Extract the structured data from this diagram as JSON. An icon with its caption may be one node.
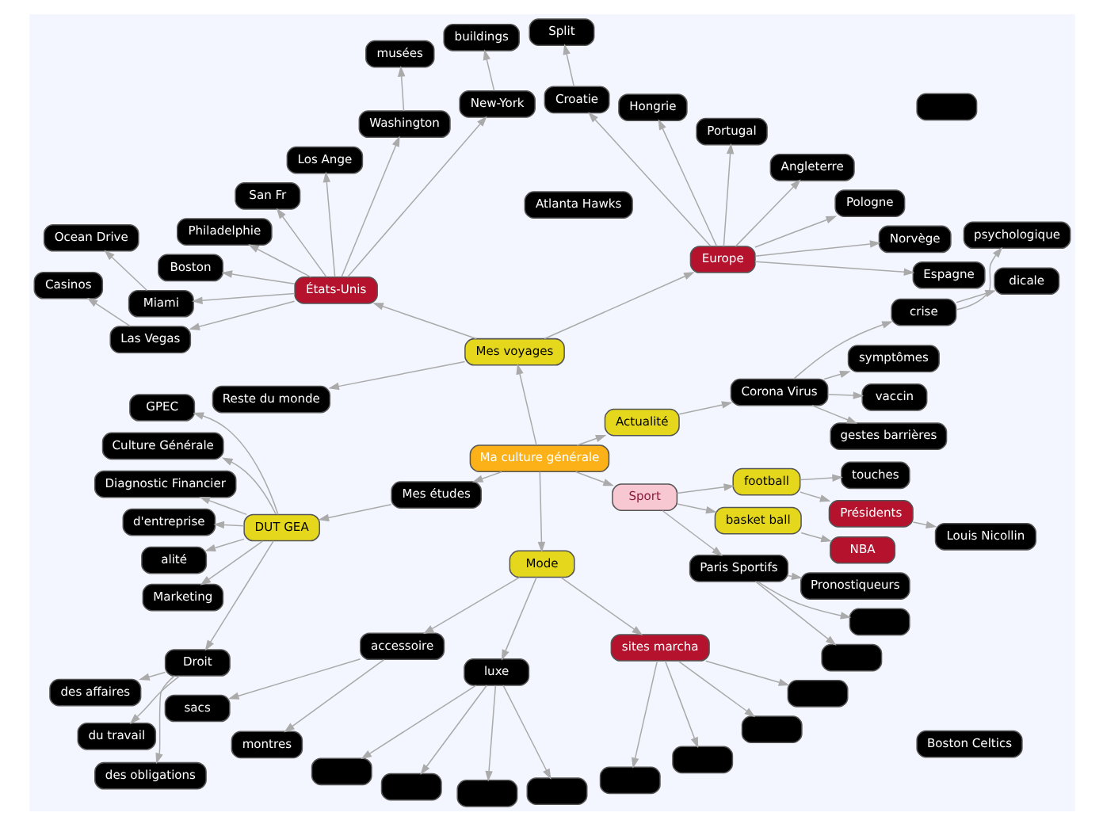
{
  "diagram": {
    "nodes": [
      {
        "text": [
          "Ma culture générale"
        ]
      },
      {
        "text": [
          "Actualité"
        ]
      },
      {
        "text": [
          "Corona Virus"
        ]
      },
      {
        "text": [
          "gestes barrières"
        ]
      },
      {
        "text": [
          "vaccin"
        ]
      },
      {
        "text": [
          "symptômes"
        ]
      },
      {
        "text": [
          "crise"
        ]
      },
      {
        "text": [
          "dicale"
        ]
      },
      {
        "text": [
          "psychologique"
        ]
      },
      {
        "text": [
          "Mes voyages"
        ]
      },
      {
        "text": [
          "Europe"
        ]
      },
      {
        "text": [
          "Espagne"
        ]
      },
      {
        "text": [
          "Norvège"
        ]
      },
      {
        "text": [
          "Pologne"
        ]
      },
      {
        "text": [
          "Angleterre"
        ]
      },
      {
        "text": [
          "Portugal"
        ]
      },
      {
        "text": [
          "Hongrie"
        ]
      },
      {
        "text": [
          "Croatie"
        ]
      },
      {
        "text": [
          "Split"
        ]
      },
      {
        "text": [
          "États-Unis"
        ]
      },
      {
        "text": [
          "New-York"
        ]
      },
      {
        "text": [
          "buildings"
        ]
      },
      {
        "text": [
          "Washington"
        ]
      },
      {
        "text": [
          "musées"
        ]
      },
      {
        "text": [
          "Los Ange"
        ]
      },
      {
        "text": [
          "San Fr"
        ]
      },
      {
        "text": [
          "Philadelphie"
        ]
      },
      {
        "text": [
          "Boston"
        ]
      },
      {
        "text": [
          "Miami"
        ]
      },
      {
        "text": [
          "Ocean Drive"
        ]
      },
      {
        "text": [
          "Las Vegas"
        ]
      },
      {
        "text": [
          "Casinos"
        ]
      },
      {
        "text": [
          "Reste du monde"
        ]
      },
      {
        "text": [
          "Mes études"
        ]
      },
      {
        "text": [
          "DUT GEA"
        ]
      },
      {
        "text": [
          "GPEC"
        ]
      },
      {
        "text": [
          "Culture Générale"
        ]
      },
      {
        "text": [
          "Diagnostic Financier"
        ]
      },
      {
        "text": [
          "d'entreprise"
        ]
      },
      {
        "text": [
          "alité"
        ]
      },
      {
        "text": [
          "Marketing"
        ]
      },
      {
        "text": [
          "Droit"
        ]
      },
      {
        "text": [
          "des affaires"
        ]
      },
      {
        "text": [
          "du travail"
        ]
      },
      {
        "text": [
          "des obligations"
        ]
      },
      {
        "text": [
          "Mode"
        ]
      },
      {
        "text": [
          "accessoire"
        ]
      },
      {
        "text": [
          "sacs"
        ]
      },
      {
        "text": [
          "montres"
        ]
      },
      {
        "text": [
          "luxe"
        ]
      },
      {
        "text": [],
        "shape": "box"
      },
      {
        "text": [],
        "shape": "box"
      },
      {
        "text": [],
        "shape": "box"
      },
      {
        "text": [],
        "shape": "box"
      },
      {
        "text": [
          "sites marcha"
        ]
      },
      {
        "text": [],
        "shape": "box"
      },
      {
        "text": [],
        "shape": "box"
      },
      {
        "text": [],
        "shape": "box"
      },
      {
        "text": [],
        "shape": "box"
      },
      {
        "text": [],
        "shape": "box"
      },
      {
        "text": [
          "Sport"
        ]
      },
      {
        "text": [
          "Paris Sportifs"
        ]
      },
      {
        "text": [],
        "shape": "box"
      },
      {
        "text": [],
        "shape": "box"
      },
      {
        "text": [
          "Pronostiqueurs"
        ]
      },
      {
        "text": [
          "basket ball"
        ]
      },
      {
        "text": [
          "NBA"
        ]
      },
      {
        "text": [
          "Atlanta Hawks"
        ]
      },
      {
        "text": [
          "Boston Celtics"
        ]
      },
      {
        "text": [
          "football"
        ]
      },
      {
        "text": [
          "Présidents"
        ]
      },
      {
        "text": [
          "Louis Nicollin"
        ]
      },
      {
        "text": [
          "touches"
        ]
      }
    ],
    "edges": [
      {
        "from": 0,
        "to": 1,
        "arrow": "to"
      },
      {
        "from": 1,
        "to": 2,
        "arrow": "to"
      },
      {
        "from": 2,
        "to": 3,
        "arrow": "to"
      },
      {
        "from": 2,
        "to": 4,
        "arrow": "to"
      },
      {
        "from": 2,
        "to": 5,
        "arrow": "to"
      },
      {
        "from": 2,
        "to": 6,
        "arrow": "to"
      },
      {
        "from": 6,
        "to": 7,
        "arrow": "to"
      },
      {
        "from": 6,
        "to": 8,
        "arrow": "to"
      },
      {
        "from": 0,
        "to": 9,
        "arrow": "to"
      },
      {
        "from": 9,
        "to": 10,
        "arrow": "to"
      },
      {
        "from": 10,
        "to": 11,
        "arrow": "to"
      },
      {
        "from": 10,
        "to": 12,
        "arrow": "to"
      },
      {
        "from": 10,
        "to": 13,
        "arrow": "to"
      },
      {
        "from": 10,
        "to": 14,
        "arrow": "to"
      },
      {
        "from": 10,
        "to": 15,
        "arrow": "to"
      },
      {
        "from": 10,
        "to": 16,
        "arrow": "to"
      },
      {
        "from": 10,
        "to": 17,
        "arrow": "to"
      },
      {
        "from": 17,
        "to": 18,
        "arrow": "to"
      },
      {
        "from": 9,
        "to": 19,
        "arrow": "to"
      },
      {
        "from": 9,
        "to": 32,
        "arrow": "to"
      },
      {
        "from": 19,
        "to": 20,
        "arrow": "to"
      },
      {
        "from": 20,
        "to": 21,
        "arrow": "to"
      },
      {
        "from": 19,
        "to": 22,
        "arrow": "to"
      },
      {
        "from": 22,
        "to": 23,
        "arrow": "to"
      },
      {
        "from": 19,
        "to": 24,
        "arrow": "to"
      },
      {
        "from": 19,
        "to": 25,
        "arrow": "to"
      },
      {
        "from": 19,
        "to": 26,
        "arrow": "to"
      },
      {
        "from": 19,
        "to": 27,
        "arrow": "to"
      },
      {
        "from": 19,
        "to": 28,
        "arrow": "to"
      },
      {
        "from": 28,
        "to": 29,
        "arrow": "to"
      },
      {
        "from": 19,
        "to": 30,
        "arrow": "to"
      },
      {
        "from": 30,
        "to": 31,
        "arrow": "to"
      },
      {
        "from": 0,
        "to": 33,
        "arrow": "to"
      },
      {
        "from": 33,
        "to": 34,
        "arrow": "to"
      },
      {
        "from": 34,
        "to": 35,
        "arrow": "to"
      },
      {
        "from": 34,
        "to": 36,
        "arrow": "to"
      },
      {
        "from": 34,
        "to": 37,
        "arrow": "to"
      },
      {
        "from": 34,
        "to": 38,
        "arrow": "to"
      },
      {
        "from": 34,
        "to": 39,
        "arrow": "to"
      },
      {
        "from": 34,
        "to": 40,
        "arrow": "to"
      },
      {
        "from": 34,
        "to": 41,
        "arrow": "to"
      },
      {
        "from": 41,
        "to": 42,
        "arrow": "to"
      },
      {
        "from": 41,
        "to": 43,
        "arrow": "to"
      },
      {
        "from": 41,
        "to": 44,
        "arrow": "to"
      },
      {
        "from": 0,
        "to": 45,
        "arrow": "to"
      },
      {
        "from": 45,
        "to": 46,
        "arrow": "to"
      },
      {
        "from": 46,
        "to": 47,
        "arrow": "to"
      },
      {
        "from": 46,
        "to": 48,
        "arrow": "to"
      },
      {
        "from": 45,
        "to": 49,
        "arrow": "to"
      },
      {
        "from": 49,
        "to": 50,
        "arrow": "to"
      },
      {
        "from": 49,
        "to": 51,
        "arrow": "to"
      },
      {
        "from": 49,
        "to": 52,
        "arrow": "to"
      },
      {
        "from": 49,
        "to": 53,
        "arrow": "to"
      },
      {
        "from": 45,
        "to": 54,
        "arrow": "to"
      },
      {
        "from": 54,
        "to": 55,
        "arrow": "to"
      },
      {
        "from": 54,
        "to": 56,
        "arrow": "to"
      },
      {
        "from": 54,
        "to": 57,
        "arrow": "to"
      },
      {
        "from": 54,
        "to": 58,
        "arrow": "to"
      },
      {
        "from": 0,
        "to": 60,
        "arrow": "to"
      },
      {
        "from": 60,
        "to": 61,
        "arrow": "to"
      },
      {
        "from": 61,
        "to": 62,
        "arrow": "to"
      },
      {
        "from": 61,
        "to": 63,
        "arrow": "to"
      },
      {
        "from": 61,
        "to": 64,
        "arrow": "to"
      },
      {
        "from": 60,
        "to": 65,
        "arrow": "to"
      },
      {
        "from": 65,
        "to": 66,
        "arrow": "to"
      },
      {
        "from": 60,
        "to": 69,
        "arrow": "to"
      },
      {
        "from": 69,
        "to": 70,
        "arrow": "to"
      },
      {
        "from": 70,
        "to": 71,
        "arrow": "to"
      },
      {
        "from": 69,
        "to": 72,
        "arrow": "to"
      }
    ]
  }
}
